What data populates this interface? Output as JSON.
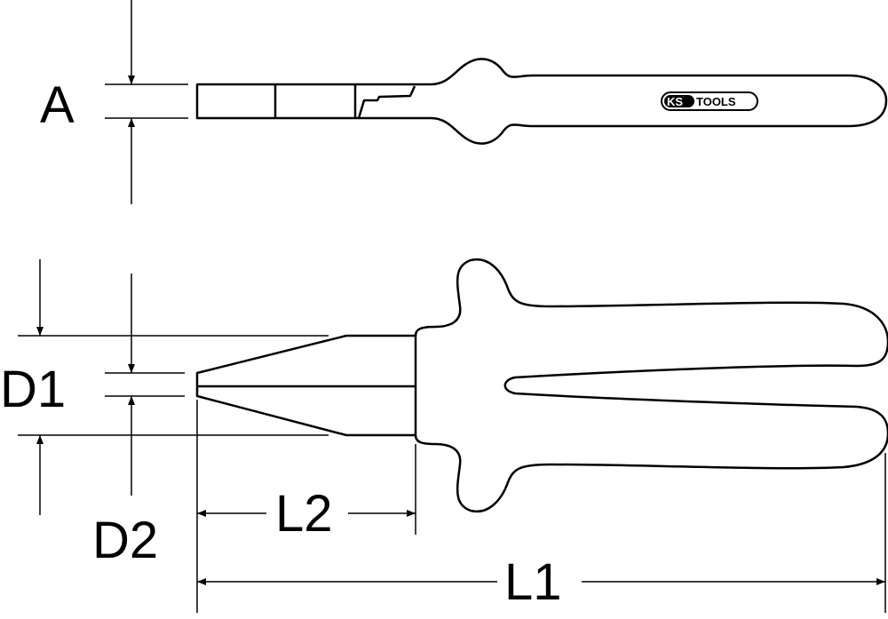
{
  "labels": {
    "a": "A",
    "d1": "D1",
    "d2": "D2",
    "l1": "L1",
    "l2": "L2"
  },
  "logo": {
    "ks": "KS",
    "tools": "TOOLS"
  },
  "colors": {
    "line": "#000000",
    "background": "#ffffff"
  }
}
